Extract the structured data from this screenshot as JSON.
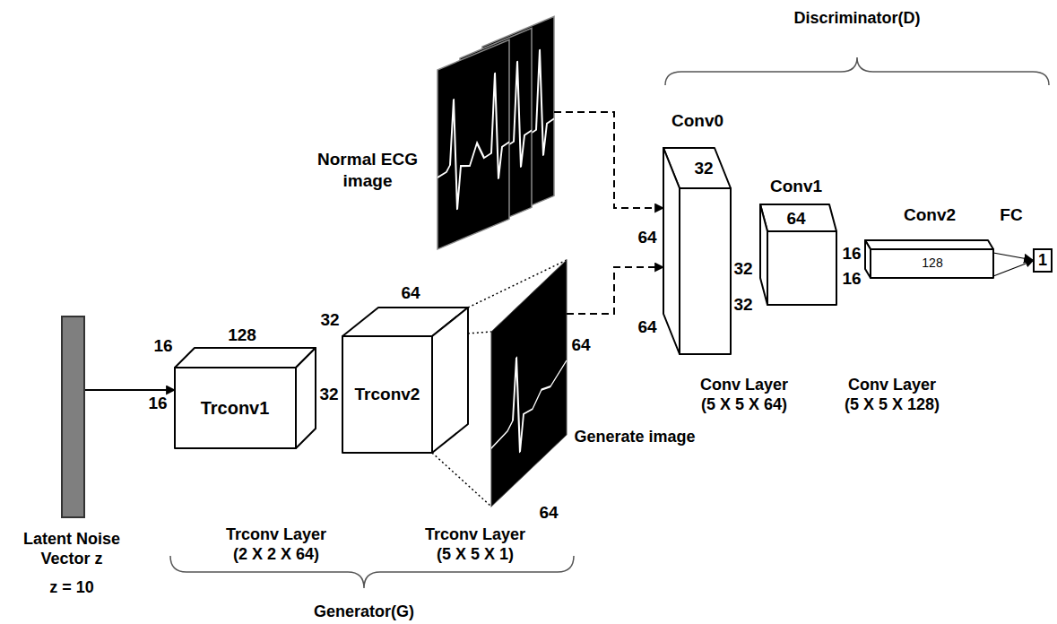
{
  "diagram": {
    "nodes": [
      {
        "text": [
          "Latent Noise Vector z",
          "z = 10"
        ]
      },
      {
        "text": [
          "Trconv1"
        ]
      },
      {
        "text": [
          "Trconv2"
        ]
      },
      {
        "text": [
          "Generate image"
        ]
      },
      {
        "text": [
          "Normal ECG image"
        ]
      },
      {
        "text": [
          "Conv0"
        ]
      },
      {
        "text": [
          "Conv1"
        ]
      },
      {
        "text": [
          "Conv2",
          "128"
        ]
      },
      {
        "text": [
          "1"
        ]
      }
    ],
    "edges": [
      {
        "from": 0,
        "to": 1,
        "arrow": "to"
      },
      {
        "from": 4,
        "to": 5,
        "arrow": "to"
      },
      {
        "from": 3,
        "to": 5,
        "arrow": "to"
      },
      {
        "from": 7,
        "to": 8,
        "arrow": "to"
      }
    ],
    "labels": [
      "Discriminator(D)",
      "32",
      "64",
      "FC",
      "64",
      "32",
      "16",
      "128",
      "16",
      "16",
      "64",
      "32",
      "32",
      "64",
      "32",
      "16",
      "64",
      "64",
      "Conv Layer (5 X 5 X 64)",
      "Conv Layer (5 X 5 X 128)",
      "Trconv Layer (2 X 2 X 64)",
      "Trconv Layer (5 X 5 X 1)",
      "Generator(G)"
    ]
  }
}
